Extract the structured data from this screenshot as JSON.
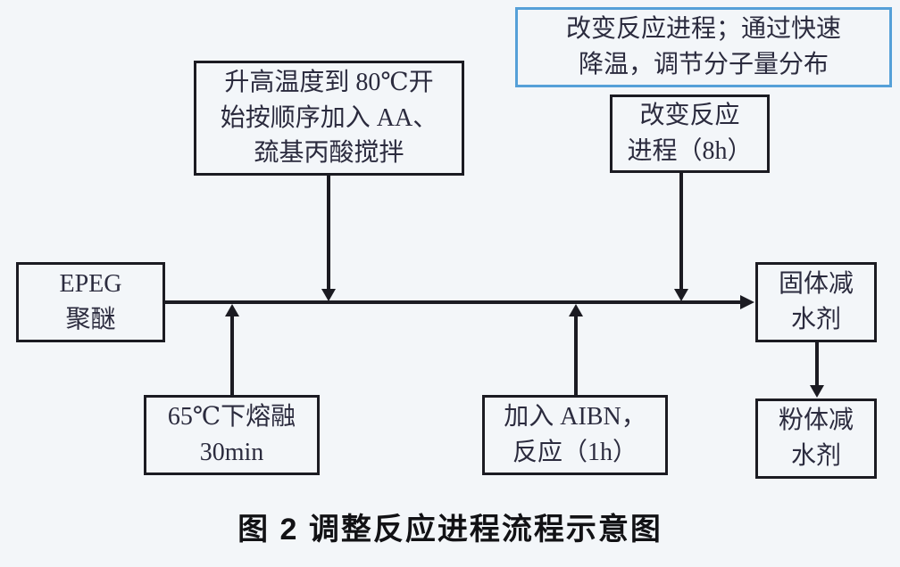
{
  "figure": {
    "caption": "图 2  调整反应进程流程示意图"
  },
  "colors": {
    "background": "#f3f6f9",
    "box_border": "#1b1b22",
    "note_border": "#55a0d8",
    "text": "#2b2b3e",
    "caption_text": "#121215",
    "line": "#1b1b22"
  },
  "nodes": {
    "note": {
      "line1": "改变反应进程；通过快速",
      "line2": "降温，调节分子量分布"
    },
    "raise_temp": {
      "line1": "升高温度到 80℃开",
      "line2": "始按顺序加入 AA、",
      "line3": "巯基丙酸搅拌"
    },
    "change_process": {
      "line1": "改变反应",
      "line2": "进程（8h）"
    },
    "epeg": {
      "line1": "EPEG",
      "line2": "聚醚"
    },
    "melt": {
      "line1": "65℃下熔融",
      "line2": "30min"
    },
    "aibn": {
      "line1": "加入 AIBN，",
      "line2": "反应（1h）"
    },
    "solid": {
      "line1": "固体减",
      "line2": "水剂"
    },
    "powder": {
      "line1": "粉体减",
      "line2": "水剂"
    }
  }
}
